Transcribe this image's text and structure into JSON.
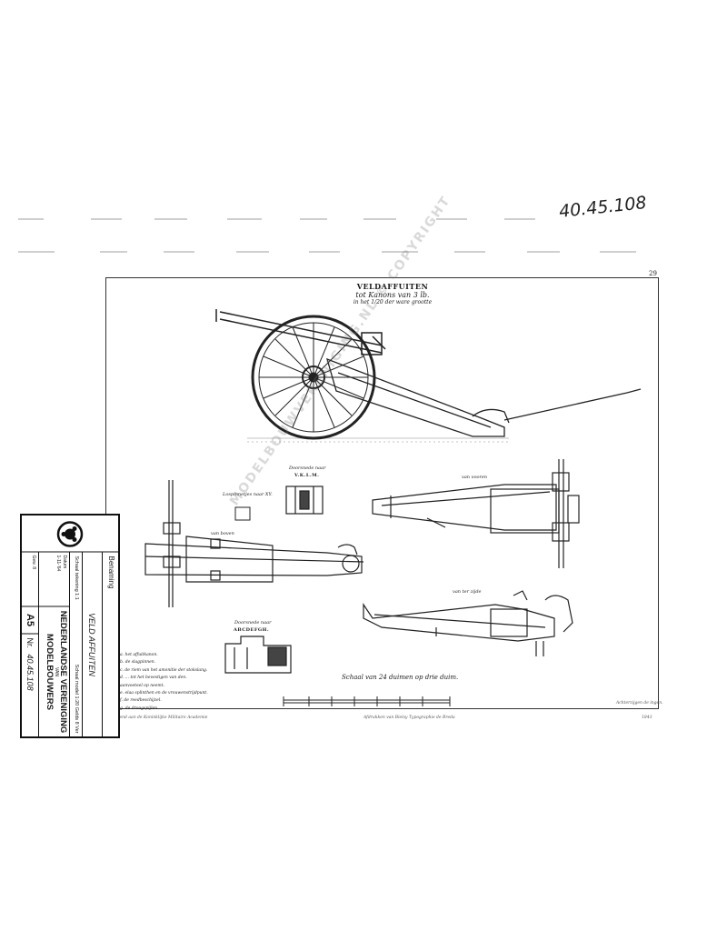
{
  "archive_number": "40.45.108",
  "sheet": {
    "number": "29",
    "title": "VELDAFFUITEN",
    "subtitle": "tot Kanons van 3 lb.",
    "scale_note": "in het 1/20 der ware grootte",
    "view_labels": {
      "top_view": "van boven",
      "side_view": "van ter zijde",
      "front_view": "van vooren",
      "detail_rear_title": "Doorsnede naar",
      "detail_rear_name": "V.K.L.M.",
      "detail_chamber": "Lospinnetjes naar XY.",
      "detail_bottom_title": "Doorsnede naar",
      "detail_bottom_name": "ABCDEFGH."
    },
    "scale_caption": "Schaal van 24 duimen op drie duim.",
    "legend": [
      "a. het affuitkanon.",
      "b. de slagpinnen.",
      "c. de riem van het amonitie der stokslang.",
      "d. ... tot het bevestigen van den.",
      "   aanvoeteel op neemt.",
      "e. elaa splinthen en de vrouwenstrijdpunt.",
      "f. de reedbeschijzel.",
      "g. de droogspijlen."
    ],
    "footer_left": "Getekend aan de Koninklijke Militaire Academie",
    "footer_center": "Afdrukken van Bielsy Typographie de Breda",
    "footer_right_1": "Achterzijgen de ingen.",
    "footer_right_2": "1843"
  },
  "tag": {
    "benaming_label": "Benaming",
    "benaming_value": "VELD AFFUITEN",
    "schaal_label": "Schaal tekening  1:1",
    "schaal_model": "Schaal model  1:20 Gelds  8  Ver",
    "datum_label": "Datum",
    "datum_value": "1-11-'64",
    "gew_label": "Gew.",
    "gew_value": "8",
    "org_name_1": "NEDERLANDSE VERENIGING",
    "org_name_en": "VAN",
    "org_name_2": "MODELBOUWERS",
    "format": "A5",
    "nr_label": "Nr.",
    "nr_value": "40.45.108"
  },
  "watermark": "MODELBOUWVERENIGING.NL © COPYRIGHT"
}
